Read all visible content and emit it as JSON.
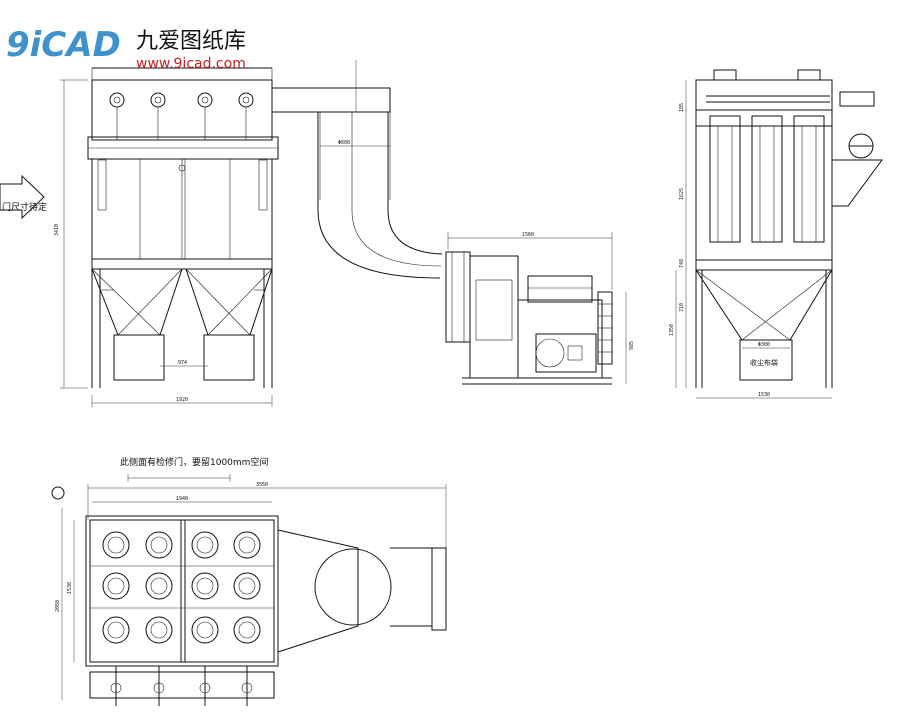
{
  "watermark": {
    "brand_latin": "9iCAD",
    "brand_cn": "九爱图纸库",
    "url": "www.9icad.com",
    "accent_color": "#1f7fc4"
  },
  "labels": {
    "arrow_note": "门尺寸待定",
    "bottom_note": "此侧面有检修门，要留1000mm空间",
    "ash_box": "收尘布袋"
  },
  "dimensions": {
    "front_height": "3410",
    "front_width": "1920",
    "hopper_gap": "974",
    "duct_dia": "Φ600",
    "fan_width": "1560",
    "fan_height": "985",
    "side_top": "185",
    "side_bag": "1625",
    "side_hopper_top": "748",
    "side_hopper": "710",
    "side_leg": "1350",
    "side_outlet": "Φ300",
    "side_width": "1530",
    "plan_overall": "3550",
    "plan_body": "1940",
    "plan_depth": "1530",
    "plan_depth_total": "2050"
  },
  "icons": {
    "arrow": "right-arrow-icon",
    "view_marker": "view-circle-icon"
  }
}
